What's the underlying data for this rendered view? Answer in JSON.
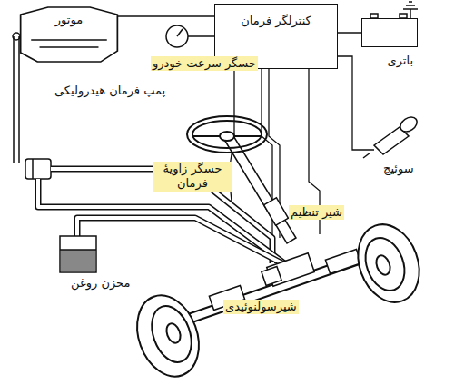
{
  "diagram": {
    "nodes": [
      {
        "text": [
          "موتور"
        ]
      },
      {
        "text": [
          "کنترلگر فرمان"
        ]
      },
      {
        "text": [
          "باتری"
        ]
      }
    ],
    "edges": [
      {
        "from": 1,
        "to": 0,
        "arrow": "none"
      },
      {
        "from": 1,
        "to": 2,
        "arrow": "none"
      }
    ],
    "labels": [
      "حسگر سرعت خودرو",
      "سوئیچ",
      "پمپ فرمان هیدرولیکی",
      "حسگر زاویهٔ فرمان",
      "شیر تنظیم",
      "مخزن روغن",
      "شیرسولنوئیدی"
    ]
  }
}
